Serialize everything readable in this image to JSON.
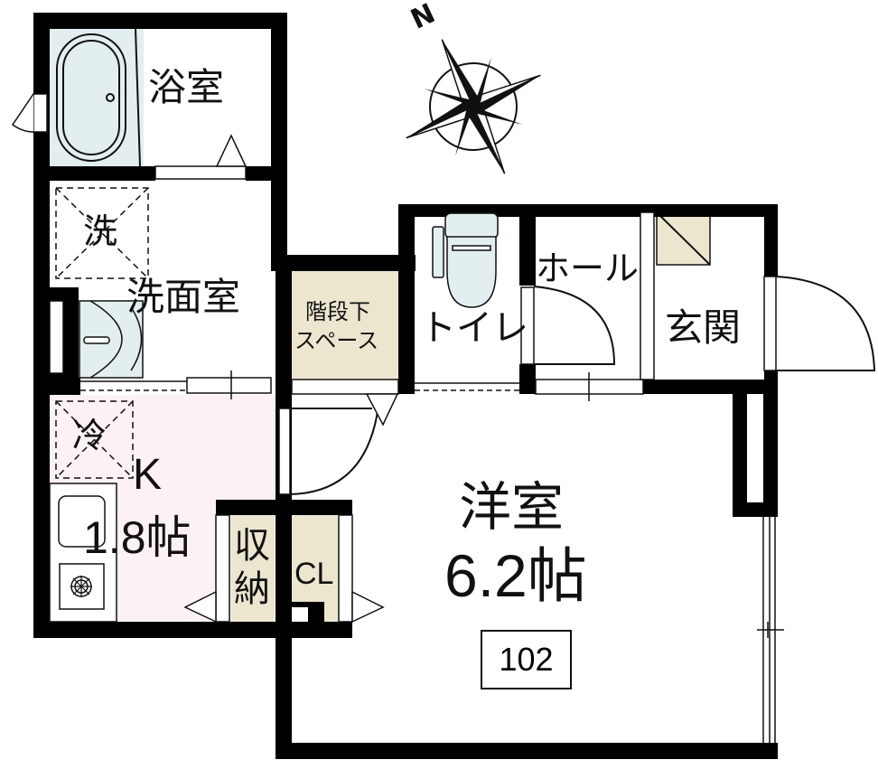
{
  "floorplan": {
    "unit_number": "102",
    "compass": {
      "label": "N",
      "icon": "compass-rose-icon"
    },
    "colors": {
      "wall": "#000000",
      "wet_area": "#e2eef0",
      "kitchen_floor": "#fcf1f3",
      "storage_floor": "#ece6cf",
      "background": "#ffffff"
    },
    "rooms": {
      "bathroom": {
        "label": "浴室"
      },
      "washroom": {
        "label": "洗面室",
        "washer_mark": "洗"
      },
      "understair": {
        "line1": "階段下",
        "line2": "スペース"
      },
      "toilet": {
        "label": "トイレ"
      },
      "hall": {
        "label": "ホール"
      },
      "entrance": {
        "label": "玄関"
      },
      "kitchen": {
        "label": "K",
        "size": "1.8帖",
        "fridge_mark": "冷"
      },
      "storage": {
        "line1": "収",
        "line2": "納"
      },
      "closet": {
        "label": "CL"
      },
      "western_room": {
        "label": "洋室",
        "size": "6.2帖"
      }
    }
  }
}
